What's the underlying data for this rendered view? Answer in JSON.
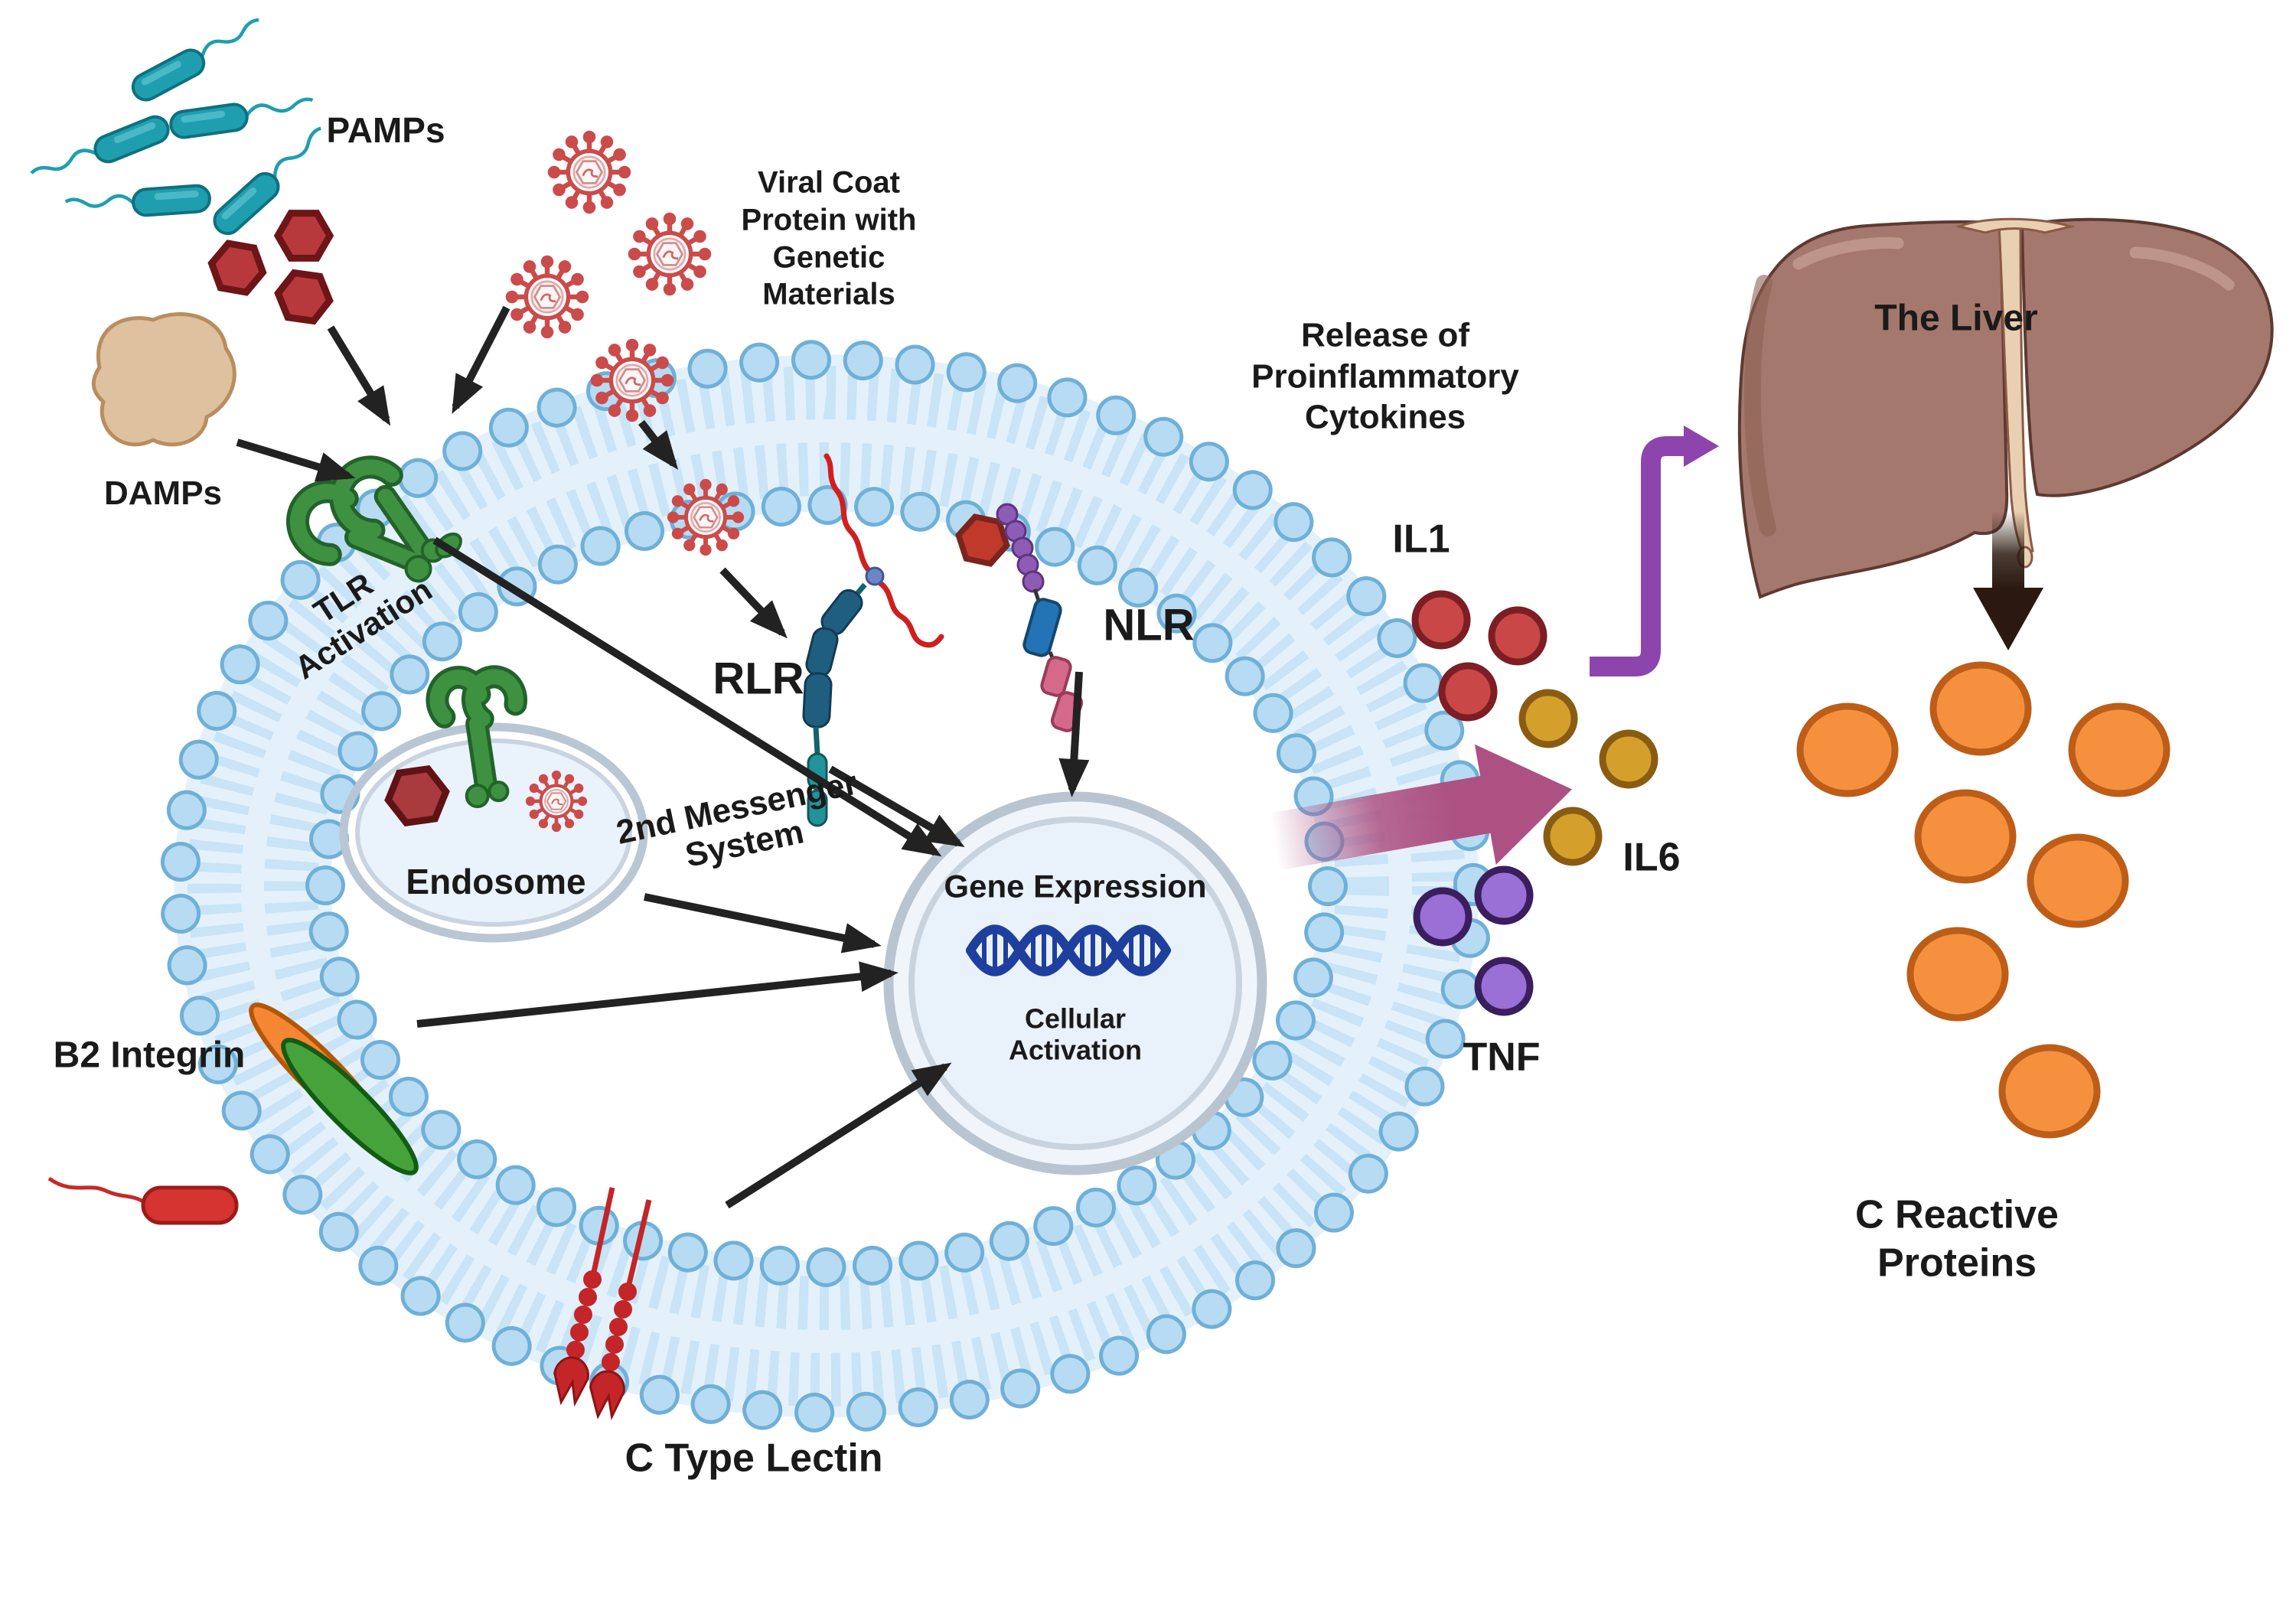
{
  "labels": {
    "pamps": "PAMPs",
    "viral_coat_l1": "Viral Coat",
    "viral_coat_l2": "Protein with",
    "viral_coat_l3": "Genetic",
    "viral_coat_l4": "Materials",
    "damps": "DAMPs",
    "tlr_l1": "TLR",
    "tlr_l2": "Activation",
    "rlr": "RLR",
    "nlr": "NLR",
    "endosome": "Endosome",
    "messenger_l1": "2nd Messenger",
    "messenger_l2": "System",
    "gene_expression": "Gene Expression",
    "cellular_l1": "Cellular",
    "cellular_l2": "Activation",
    "release_l1": "Release of",
    "release_l2": "Proinflammatory",
    "release_l3": "Cytokines",
    "il1": "IL1",
    "il6": "IL6",
    "tnf": "TNF",
    "liver": "The Liver",
    "crp_l1": "C Reactive",
    "crp_l2": "Proteins",
    "b2_integrin": "B2 Integrin",
    "c_type_lectin": "C Type Lectin"
  },
  "icons": {
    "bacteria": "teal-rod-bacterium-icon",
    "virus": "virus-particle-icon",
    "pamp_fragment": "red-hexagon-icon",
    "damps_blob": "damps-blob-icon",
    "tlr_receptor": "green-tlr-receptor-icon",
    "endosome": "endosome-vesicle-icon",
    "rlr_receptor": "rlr-receptor-icon",
    "nlr_receptor": "nlr-receptor-icon",
    "b2_integrin": "integrin-pills-icon",
    "c_type_lectin": "lectin-claw-icon",
    "dna": "dna-helix-icon",
    "cytokines": "cytokine-circles-icon",
    "liver": "liver-organ-icon",
    "gallbladder": "gallbladder-icon",
    "c_reactive_protein": "orange-circle-icon"
  },
  "colors": {
    "text": "#1a1a1a",
    "membrane_head": "#b7dbf2",
    "membrane_head_outline": "#6fb0d8",
    "membrane_band": "#e4f1fb",
    "membrane_tail": "#c8e4f6",
    "receptor_green": "#3f9142",
    "receptor_green_dark": "#22632a",
    "virus_red": "#cb4b4b",
    "bacteria_teal": "#1f9eb0",
    "hexagon_red": "#b8393c",
    "hexagon_dark": "#6d1517",
    "damps_tan": "#dec19e",
    "damps_outline": "#b98d5f",
    "arrow_black": "#222222",
    "magenta_arrow": "#ad5183",
    "purple_arrow": "#8e44ad",
    "il1_red": "#c94746",
    "il1_border": "#7c1e24",
    "il6_gold": "#d4a02b",
    "il6_border": "#8a5c12",
    "tnf_purple": "#9a6fd6",
    "tnf_border": "#3a1e5e",
    "liver_brown": "#a5786d",
    "liver_outline": "#5d3a31",
    "ligament_cream": "#ead0b2",
    "gallbladder_green": "#6fb96f",
    "crp_orange": "#f5913e",
    "crp_border": "#bd5d17",
    "rlr_blue": "#205e80",
    "rlr_teal": "#22939b",
    "nlr_blue": "#2274b5",
    "nlr_pink": "#d4698c",
    "nlr_purple": "#8e5bb5",
    "lectin_red": "#c32528",
    "bacterium_red": "#d63430",
    "integrin_orange": "#f58634",
    "integrin_green": "#46a33c",
    "dna_navy": "#1e3f9e",
    "endosome_fill": "#eaf2fb",
    "endosome_ring": "#b9c6d4",
    "nucleus_ring": "#b9c4d1"
  }
}
